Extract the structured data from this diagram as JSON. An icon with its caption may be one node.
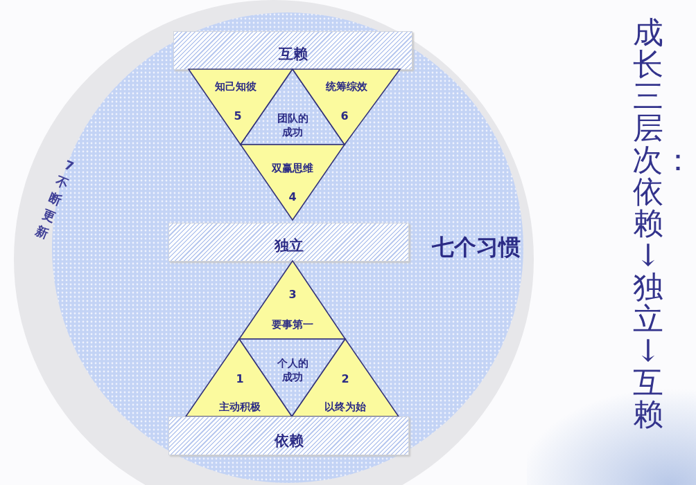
{
  "diagram": {
    "nodes": [
      {
        "text": [
          "7 不断更新"
        ]
      },
      {
        "text": [
          "七个习惯"
        ],
        "in": 0
      },
      {
        "text": [
          "互赖"
        ],
        "in": 1
      },
      {
        "text": [
          "知己知彼",
          "5"
        ],
        "in": 1
      },
      {
        "text": [
          "团队的成功"
        ],
        "in": 1
      },
      {
        "text": [
          "统筹综效",
          "6"
        ],
        "in": 1
      },
      {
        "text": [
          "双赢思维",
          "4"
        ],
        "in": 1
      },
      {
        "text": [
          "独立"
        ],
        "in": 1
      },
      {
        "text": [
          "3",
          "要事第一"
        ],
        "in": 1
      },
      {
        "text": [
          "个人的成功"
        ],
        "in": 1
      },
      {
        "text": [
          "1",
          "主动积极"
        ],
        "in": 1
      },
      {
        "text": [
          "2",
          "以终为始"
        ],
        "in": 1
      },
      {
        "text": [
          "依赖"
        ],
        "in": 1
      }
    ],
    "edges": [],
    "labels": [
      "成长三层次：依赖↓独立↓互赖"
    ]
  }
}
